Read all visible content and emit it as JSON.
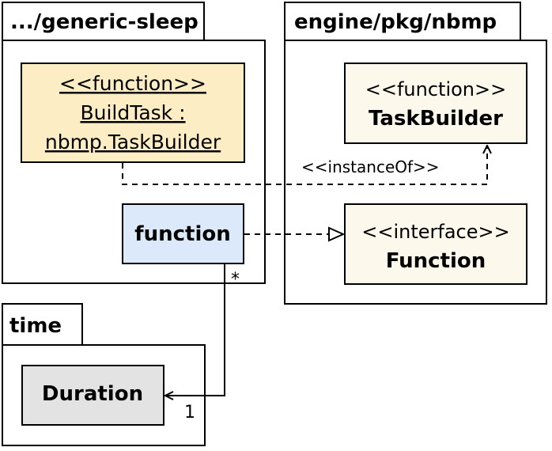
{
  "packages": {
    "generic_sleep": {
      "name": ".../generic-sleep"
    },
    "nbmp": {
      "name": "engine/pkg/nbmp"
    },
    "time": {
      "name": "time"
    }
  },
  "nodes": {
    "build_task": {
      "stereotype": "<<function>>",
      "name_line1": "BuildTask :",
      "name_line2": "nbmp.TaskBuilder",
      "fill": "#fdedc4"
    },
    "function_local": {
      "name": "function",
      "fill": "#dce9fb"
    },
    "task_builder": {
      "stereotype": "<<function>>",
      "name": "TaskBuilder",
      "fill": "#fdf8ec"
    },
    "function_iface": {
      "stereotype": "<<interface>>",
      "name": "Function",
      "fill": "#fdf8ec"
    },
    "duration": {
      "name": "Duration",
      "fill": "#e3e3e3"
    }
  },
  "edges": {
    "instance_of": {
      "label": "<<instanceOf>>"
    },
    "assoc": {
      "source_mult": "*",
      "target_mult": "1"
    }
  }
}
